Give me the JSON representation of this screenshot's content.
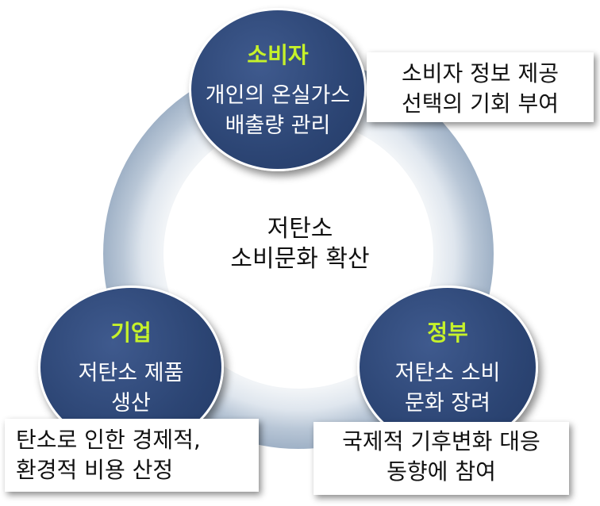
{
  "center": {
    "line1": "저탄소",
    "line2": "소비문화 확산"
  },
  "nodes": {
    "consumer": {
      "title": "소비자",
      "line1": "개인의 온실가스",
      "line2": "배출량 관리"
    },
    "company": {
      "title": "기업",
      "line1": "저탄소 제품",
      "line2": "생산"
    },
    "government": {
      "title": "정부",
      "line1": "저탄소 소비",
      "line2": "문화 장려"
    }
  },
  "notes": {
    "consumer": {
      "line1": "소비자 정보 제공",
      "line2": "선택의 기회 부여"
    },
    "company": {
      "line1": "탄소로 인한 경제적,",
      "line2": "환경적  비용 산정"
    },
    "government": {
      "line1": "국제적 기후변화 대응",
      "line2": "동향에 참여"
    }
  },
  "colors": {
    "node_fill": "#2c4574",
    "node_title": "#c6f22a",
    "ring_outer": "#a7b7cb",
    "ring_inner": "#e4e9ef"
  }
}
